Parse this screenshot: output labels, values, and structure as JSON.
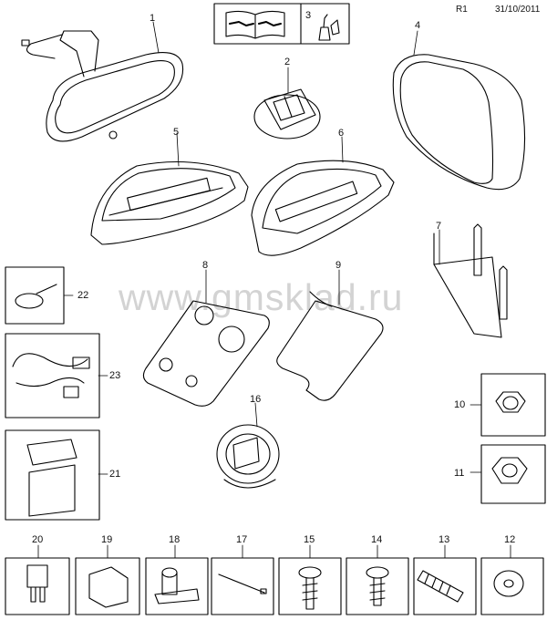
{
  "header": {
    "revision": "R1",
    "date": "31/10/2011",
    "info_box_number": "3"
  },
  "watermark": "www.gmsklad.ru",
  "callouts": {
    "c1": "1",
    "c2": "2",
    "c4": "4",
    "c5": "5",
    "c6": "6",
    "c7": "7",
    "c8": "8",
    "c9": "9",
    "c10": "10",
    "c11": "11",
    "c12": "12",
    "c13": "13",
    "c14": "14",
    "c15": "15",
    "c16": "16",
    "c17": "17",
    "c18": "18",
    "c19": "19",
    "c20": "20",
    "c21": "21",
    "c22": "22",
    "c23": "23"
  },
  "icons": {
    "manual": "repair-manual-icon",
    "adhesive": "adhesive-tube-icon"
  }
}
